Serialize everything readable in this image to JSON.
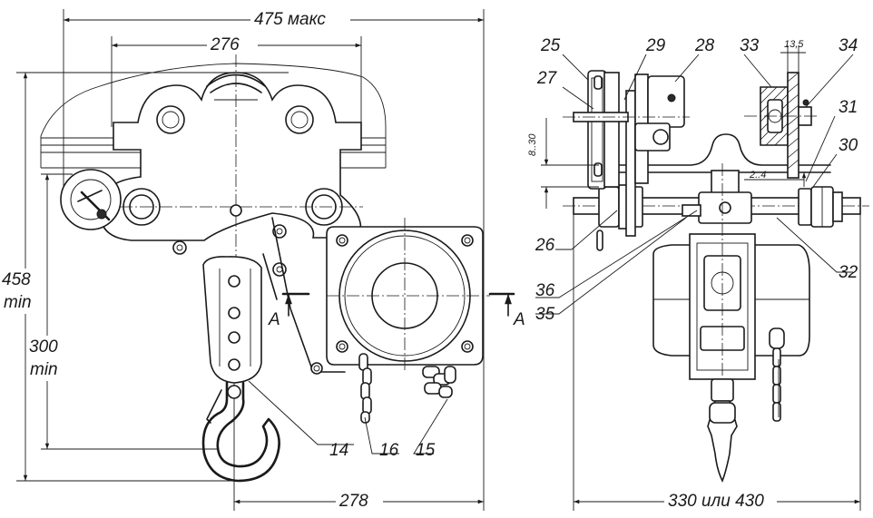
{
  "dimensions": {
    "overall_width": "475 макс",
    "rail_span": "276",
    "bottom_width": "278",
    "overall_height": "458",
    "overall_height_unit": "min",
    "hook_height": "300",
    "hook_height_unit": "min",
    "side_width": "330 или 430",
    "gap_a": "8..30",
    "gap_b": "2..4",
    "flange": "13,5"
  },
  "section": {
    "left_mark": "A",
    "right_mark": "A"
  },
  "callouts": {
    "c14": "14",
    "c15": "15",
    "c16": "16",
    "c25": "25",
    "c26": "26",
    "c27": "27",
    "c28": "28",
    "c29": "29",
    "c30": "30",
    "c31": "31",
    "c32": "32",
    "c33": "33",
    "c34": "34",
    "c35": "35",
    "c36": "36"
  }
}
